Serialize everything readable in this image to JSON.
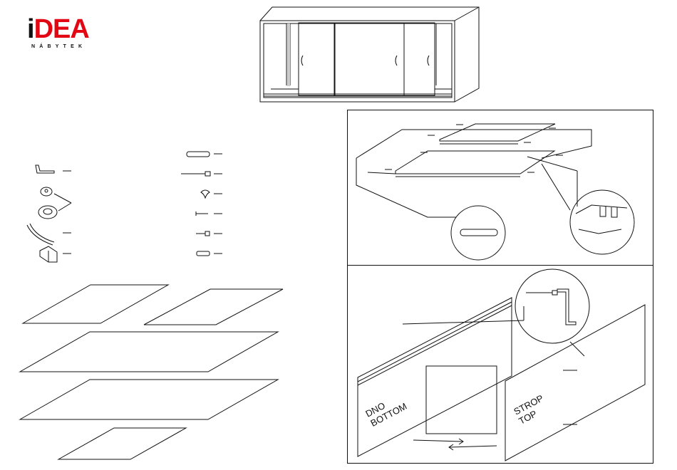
{
  "brand": {
    "name_red": "DEA",
    "name_i": "i",
    "tagline": "NÁBYTEK",
    "brand_color": "#e30613"
  },
  "labels": {
    "bottom_cz": "DNO",
    "bottom_en": "BOTTOM",
    "top_cz": "STROP",
    "top_en": "TOP"
  },
  "icons": [
    "allen-key-icon",
    "cam-lock-icon",
    "cam-housing-icon",
    "curved-rail-icon",
    "rail-profile-icon",
    "wooden-dowel-icon",
    "long-screw-icon",
    "mushroom-cap-icon",
    "nail-icon",
    "small-screw-icon",
    "short-screw-icon"
  ]
}
